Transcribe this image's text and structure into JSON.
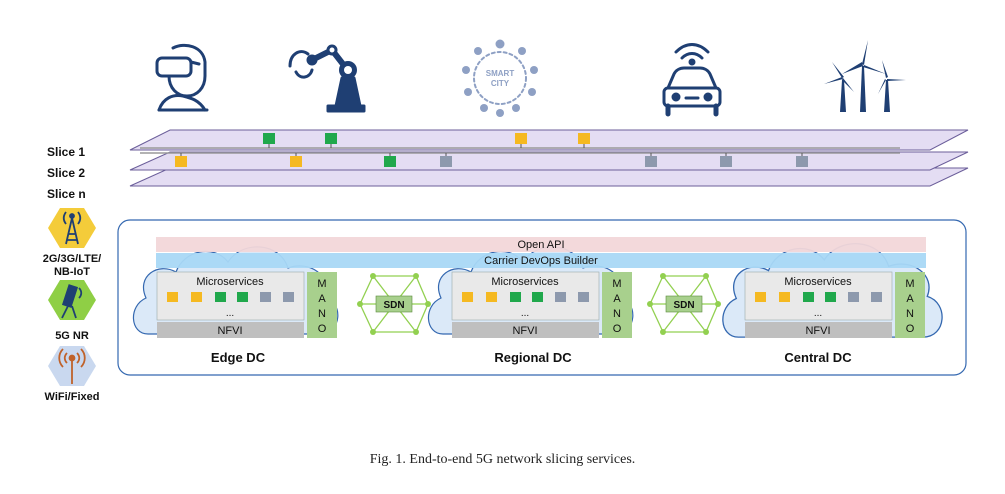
{
  "use_cases": [
    {
      "name": "vr-headset",
      "icon": "vr-headset-icon"
    },
    {
      "name": "industrial-robot",
      "icon": "robot-arm-icon"
    },
    {
      "name": "smart-city",
      "icon": "smart-city-icon",
      "label_lines": [
        "SMART",
        "CITY"
      ]
    },
    {
      "name": "connected-car",
      "icon": "connected-car-icon"
    },
    {
      "name": "wind-energy",
      "icon": "wind-turbine-icon"
    }
  ],
  "slices": {
    "labels": [
      "Slice 1",
      "Slice 2",
      "Slice n"
    ]
  },
  "access": [
    {
      "label_lines": [
        "2G/3G/LTE/",
        "NB-IoT"
      ],
      "icon": "cell-tower-icon",
      "color": "#f4cc3a"
    },
    {
      "label_lines": [
        "5G NR"
      ],
      "icon": "5g-antenna-icon",
      "color": "#8fcf45"
    },
    {
      "label_lines": [
        "WiFi/Fixed"
      ],
      "icon": "wifi-antenna-icon",
      "color": "#c9d8ef"
    }
  ],
  "bands": {
    "open_api": "Open API",
    "devops": "Carrier DevOps Builder"
  },
  "datacenters": [
    {
      "name": "Edge DC",
      "microservices": "Microservices",
      "ellipsis": "...",
      "nfvi": "NFVI",
      "mano": [
        "M",
        "A",
        "N",
        "O"
      ]
    },
    {
      "name": "Regional DC",
      "microservices": "Microservices",
      "ellipsis": "...",
      "nfvi": "NFVI",
      "mano": [
        "M",
        "A",
        "N",
        "O"
      ]
    },
    {
      "name": "Central DC",
      "microservices": "Microservices",
      "ellipsis": "...",
      "nfvi": "NFVI",
      "mano": [
        "M",
        "A",
        "N",
        "O"
      ]
    }
  ],
  "sdn_label": "SDN",
  "caption": "Fig. 1. End-to-end 5G network slicing services.",
  "colors": {
    "icon_blue": "#1f3f73",
    "slice_fill": "#e4ddf3",
    "slice_stroke": "#6b5e9a",
    "orange": "#f5b921",
    "green": "#20a84c",
    "gray": "#8d99ad",
    "cloud_fill": "#dbe9f8",
    "cloud_stroke": "#3468b0",
    "open_api": "#f2d7d9",
    "devops": "#a9d8f5",
    "mano": "#a8d08d",
    "nfvi": "#bfbfbf",
    "sdn_node": "#92d050"
  }
}
